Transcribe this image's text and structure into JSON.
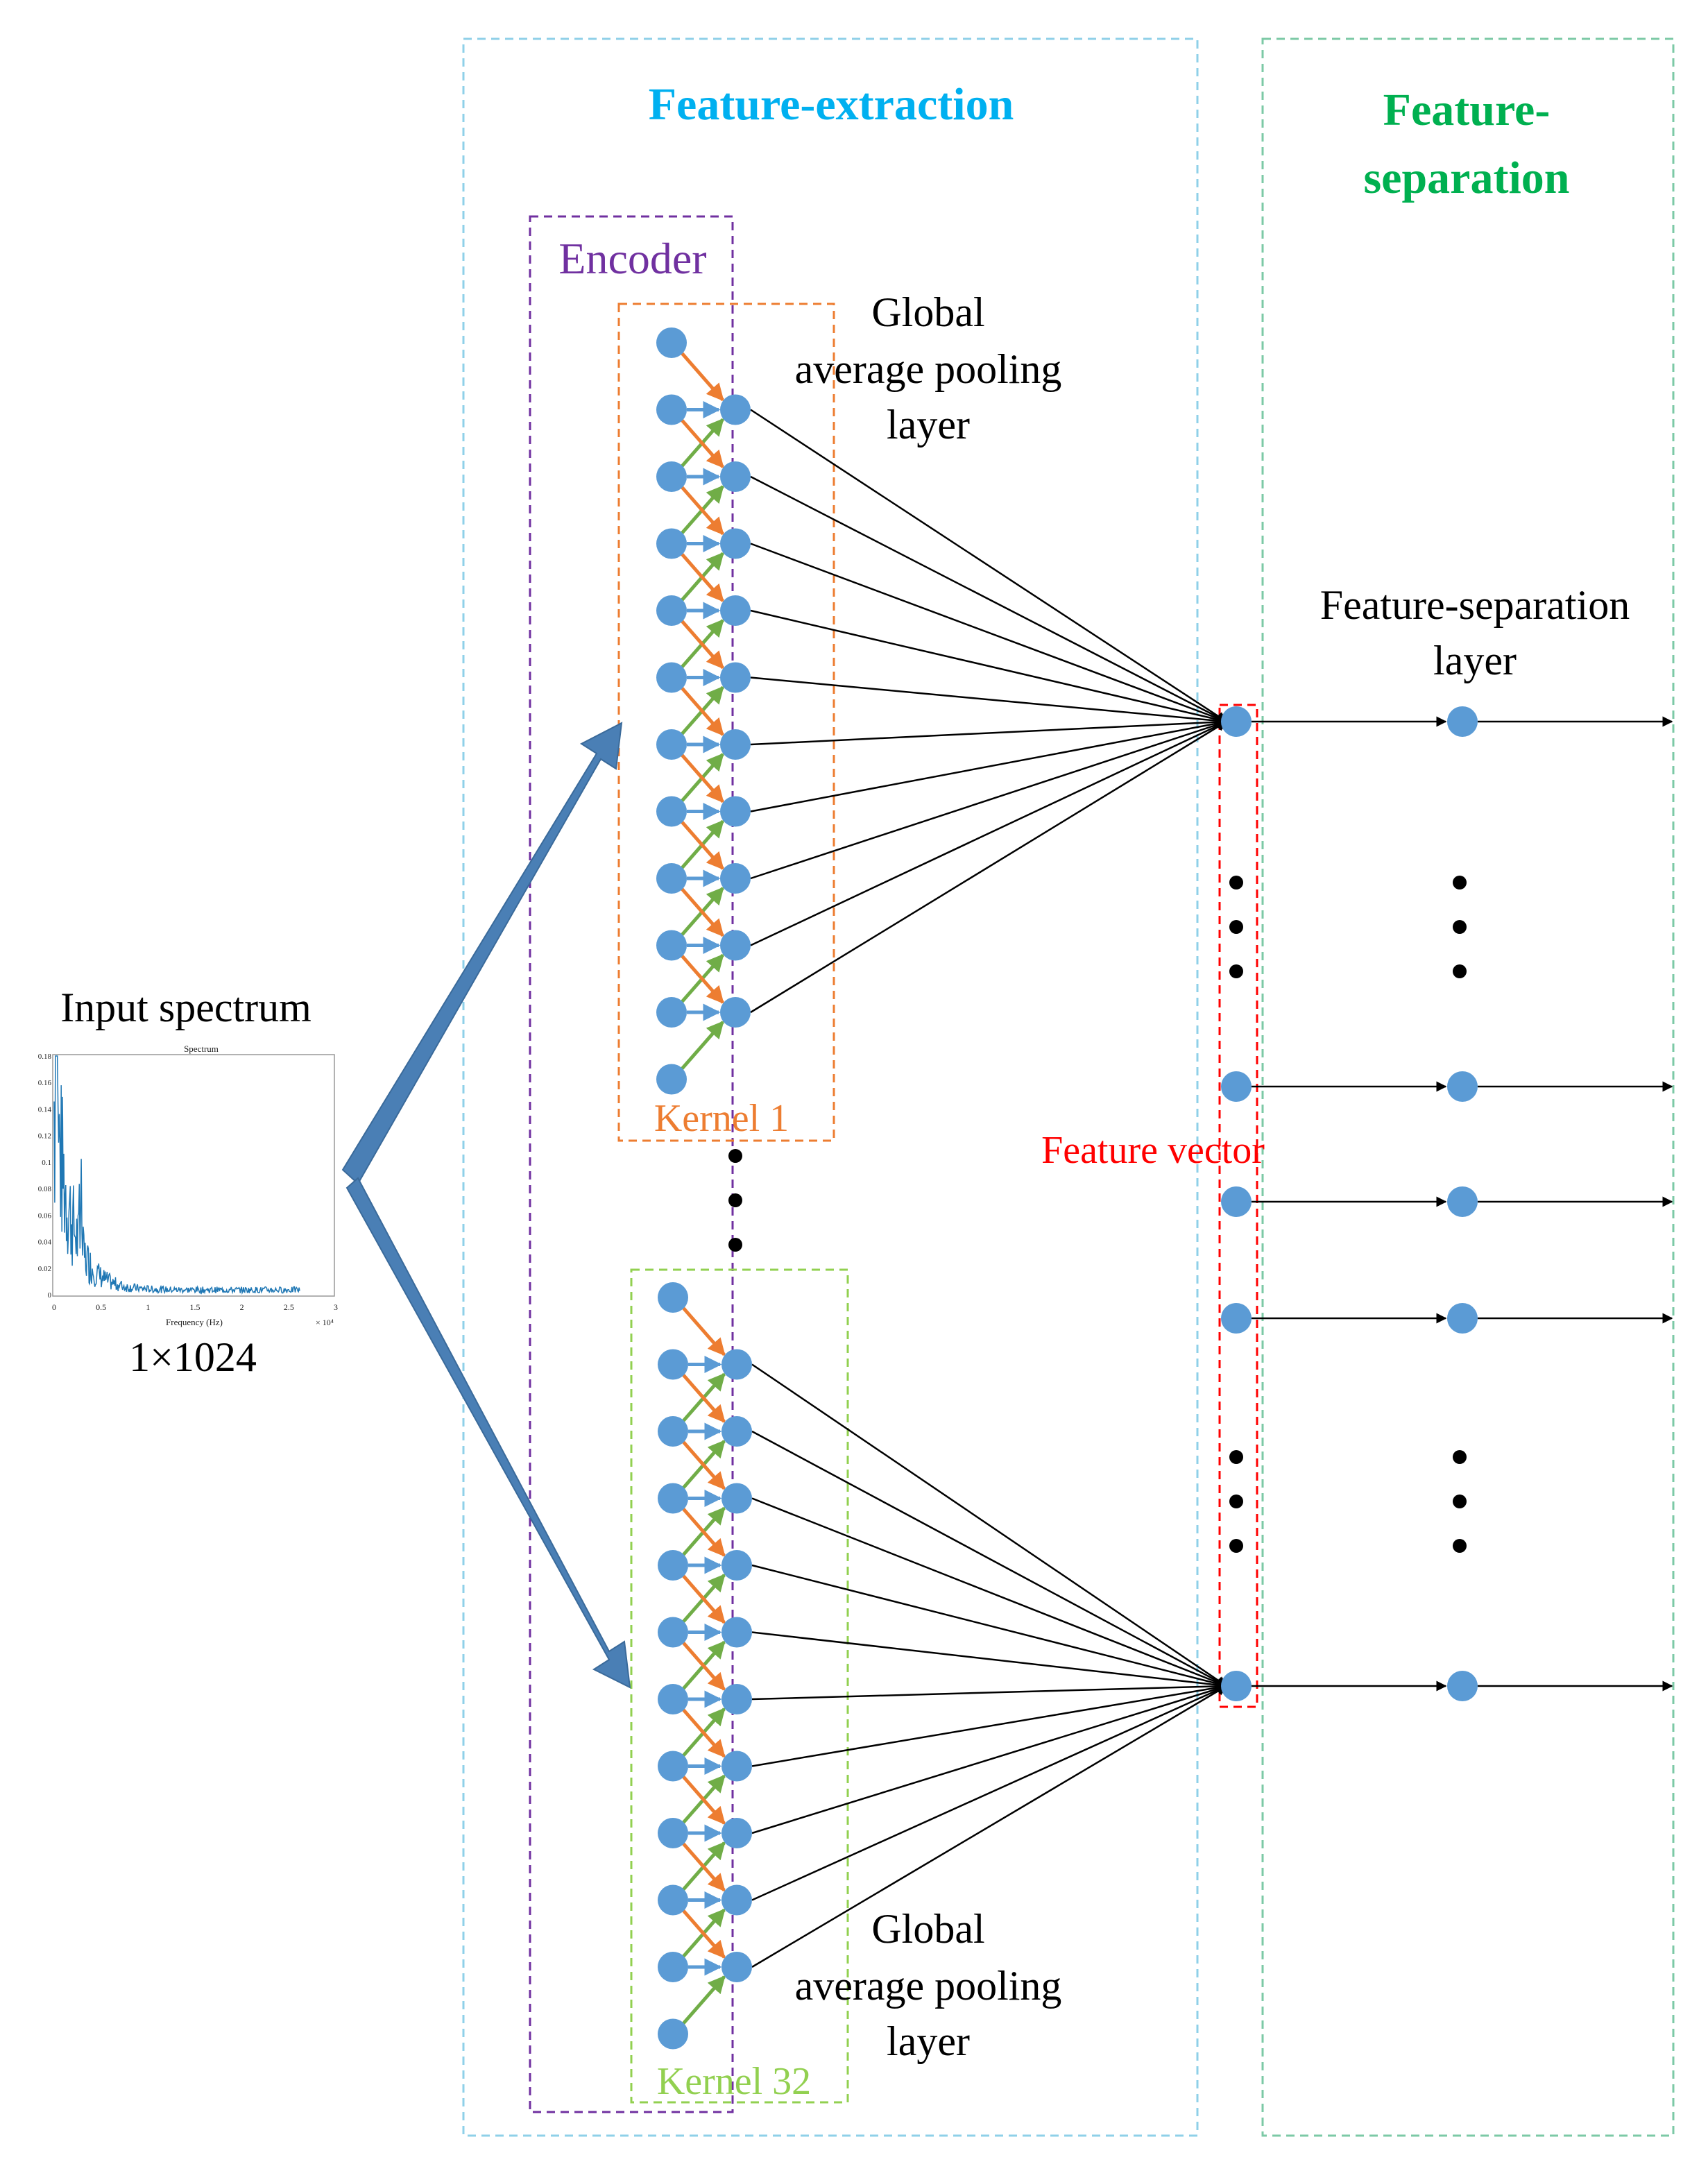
{
  "sections": {
    "feature_extraction": "Feature-extraction",
    "feature_separation_line1": "Feature-",
    "feature_separation_line2": "separation"
  },
  "encoder_label": "Encoder",
  "kernels": [
    {
      "label": "Kernel 1",
      "pooling_label": [
        "Global",
        "average pooling",
        "layer"
      ]
    },
    {
      "label": "Kernel 32",
      "pooling_label": [
        "Global",
        "average pooling",
        "layer"
      ]
    }
  ],
  "input": {
    "title": "Input spectrum",
    "size": "1×1024",
    "thumbnail": {
      "title": "Spectrum",
      "xlabel": "Frequency (Hz)",
      "x_multiplier": "× 10⁴",
      "yticks": [
        "0",
        "0.02",
        "0.04",
        "0.06",
        "0.08",
        "0.1",
        "0.12",
        "0.14",
        "0.16",
        "0.18"
      ],
      "xticks": [
        "0",
        "0.5",
        "1",
        "1.5",
        "2",
        "2.5",
        "3"
      ]
    }
  },
  "feature_vector_label": "Feature vector",
  "feature_separation_layer_label": [
    "Feature-separation",
    "layer"
  ],
  "colors": {
    "node": "#5b9bd5",
    "arrow_blue": "#5b9bd5",
    "arrow_orange": "#ed7d31",
    "arrow_green": "#70ad47",
    "feature_extraction_title": "#00b0f0",
    "feature_separation_title": "#00b050",
    "encoder": "#7030a0",
    "kernel1": "#ed7d31",
    "kernel32": "#92d050",
    "feature_vector": "#ff0000",
    "box_extraction": "#8fd0e8",
    "box_separation": "#7cc9a6",
    "big_arrow": "#4a7fb5"
  }
}
